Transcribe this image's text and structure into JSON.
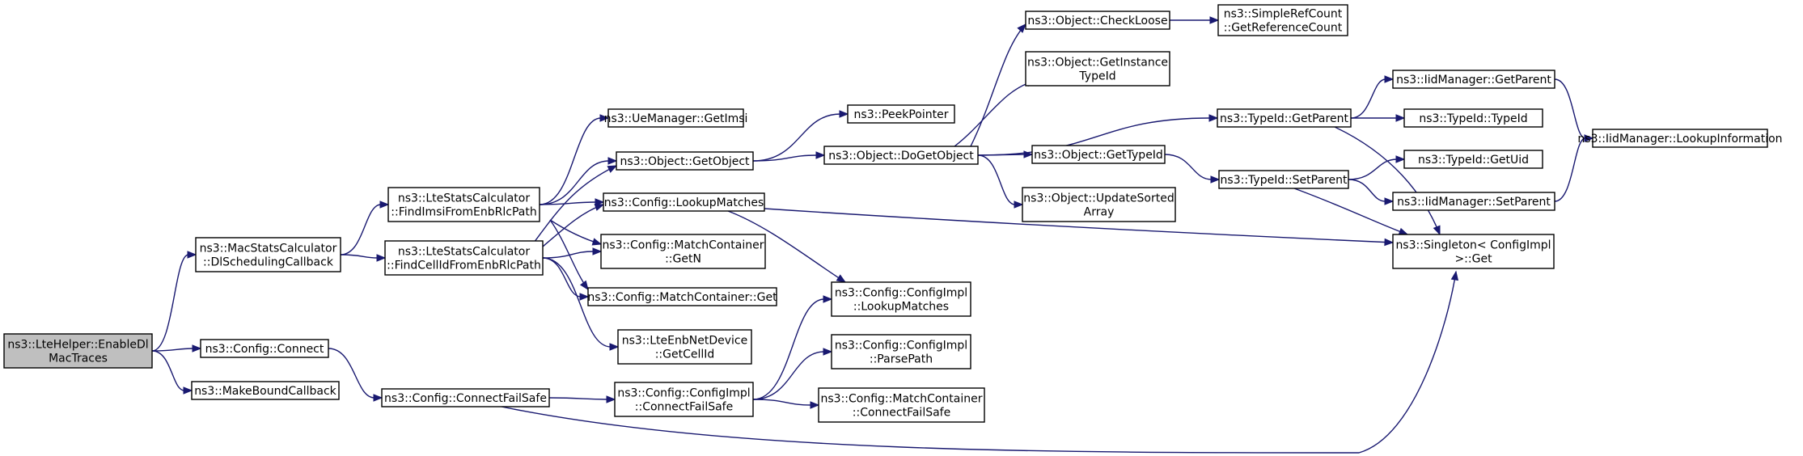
{
  "colors": {
    "edge": "#191970",
    "root_fill": "#bfbfbf",
    "node_fill": "#ffffff",
    "node_border": "#000000"
  },
  "nodes": [
    {
      "id": "n0",
      "lines": [
        "ns3::LteHelper::EnableDl",
        "MacTraces"
      ]
    },
    {
      "id": "n1",
      "lines": [
        "ns3::MacStatsCalculator",
        "::DlSchedulingCallback"
      ]
    },
    {
      "id": "n2",
      "lines": [
        "ns3::Config::Connect"
      ]
    },
    {
      "id": "n3",
      "lines": [
        "ns3::MakeBoundCallback"
      ]
    },
    {
      "id": "n4",
      "lines": [
        "ns3::LteStatsCalculator",
        "::FindImsiFromEnbRlcPath"
      ]
    },
    {
      "id": "n5",
      "lines": [
        "ns3::LteStatsCalculator",
        "::FindCellIdFromEnbRlcPath"
      ]
    },
    {
      "id": "n6",
      "lines": [
        "ns3::Config::ConnectFailSafe"
      ]
    },
    {
      "id": "n7",
      "lines": [
        "ns3::UeManager::GetImsi"
      ]
    },
    {
      "id": "n8",
      "lines": [
        "ns3::Object::GetObject"
      ]
    },
    {
      "id": "n9",
      "lines": [
        "ns3::Config::LookupMatches"
      ]
    },
    {
      "id": "n10",
      "lines": [
        "ns3::Config::MatchContainer",
        "::GetN"
      ]
    },
    {
      "id": "n11",
      "lines": [
        "ns3::Config::MatchContainer::Get"
      ]
    },
    {
      "id": "n12",
      "lines": [
        "ns3::LteEnbNetDevice",
        "::GetCellId"
      ]
    },
    {
      "id": "n13",
      "lines": [
        "ns3::Config::ConfigImpl",
        "::ConnectFailSafe"
      ]
    },
    {
      "id": "n14",
      "lines": [
        "ns3::PeekPointer"
      ]
    },
    {
      "id": "n15",
      "lines": [
        "ns3::Object::DoGetObject"
      ]
    },
    {
      "id": "n16",
      "lines": [
        "ns3::Config::ConfigImpl",
        "::LookupMatches"
      ]
    },
    {
      "id": "n17",
      "lines": [
        "ns3::Config::ConfigImpl",
        "::ParsePath"
      ]
    },
    {
      "id": "n18",
      "lines": [
        "ns3::Config::MatchContainer",
        "::ConnectFailSafe"
      ]
    },
    {
      "id": "n19",
      "lines": [
        "ns3::Object::CheckLoose"
      ]
    },
    {
      "id": "n20",
      "lines": [
        "ns3::Object::GetInstance",
        "TypeId"
      ]
    },
    {
      "id": "n21",
      "lines": [
        "ns3::Object::GetTypeId"
      ]
    },
    {
      "id": "n22",
      "lines": [
        "ns3::Object::UpdateSorted",
        "Array"
      ]
    },
    {
      "id": "n23",
      "lines": [
        "ns3::SimpleRefCount",
        "::GetReferenceCount"
      ]
    },
    {
      "id": "n24",
      "lines": [
        "ns3::TypeId::GetParent"
      ]
    },
    {
      "id": "n25",
      "lines": [
        "ns3::TypeId::SetParent"
      ]
    },
    {
      "id": "n26",
      "lines": [
        "ns3::IidManager::GetParent"
      ]
    },
    {
      "id": "n27",
      "lines": [
        "ns3::TypeId::TypeId"
      ]
    },
    {
      "id": "n28",
      "lines": [
        "ns3::TypeId::GetUid"
      ]
    },
    {
      "id": "n29",
      "lines": [
        "ns3::IidManager::SetParent"
      ]
    },
    {
      "id": "n30",
      "lines": [
        "ns3::Singleton< ConfigImpl",
        " >::Get"
      ]
    },
    {
      "id": "n31",
      "lines": [
        "ns3::IidManager::LookupInformation"
      ]
    }
  ],
  "edges": [
    [
      "n0",
      "n1"
    ],
    [
      "n0",
      "n2"
    ],
    [
      "n0",
      "n3"
    ],
    [
      "n1",
      "n4"
    ],
    [
      "n1",
      "n5"
    ],
    [
      "n2",
      "n6"
    ],
    [
      "n4",
      "n7"
    ],
    [
      "n4",
      "n8"
    ],
    [
      "n4",
      "n9"
    ],
    [
      "n4",
      "n10"
    ],
    [
      "n4",
      "n11"
    ],
    [
      "n5",
      "n8"
    ],
    [
      "n5",
      "n9"
    ],
    [
      "n5",
      "n10"
    ],
    [
      "n5",
      "n11"
    ],
    [
      "n5",
      "n12"
    ],
    [
      "n6",
      "n13"
    ],
    [
      "n6",
      "n30"
    ],
    [
      "n8",
      "n14"
    ],
    [
      "n8",
      "n15"
    ],
    [
      "n9",
      "n16"
    ],
    [
      "n9",
      "n30"
    ],
    [
      "n13",
      "n16"
    ],
    [
      "n13",
      "n17"
    ],
    [
      "n13",
      "n18"
    ],
    [
      "n15",
      "n19"
    ],
    [
      "n15",
      "n20"
    ],
    [
      "n15",
      "n21"
    ],
    [
      "n15",
      "n22"
    ],
    [
      "n15",
      "n24"
    ],
    [
      "n19",
      "n23"
    ],
    [
      "n21",
      "n25"
    ],
    [
      "n24",
      "n26"
    ],
    [
      "n24",
      "n27"
    ],
    [
      "n24",
      "n30"
    ],
    [
      "n25",
      "n28"
    ],
    [
      "n25",
      "n29"
    ],
    [
      "n25",
      "n30"
    ],
    [
      "n26",
      "n31"
    ],
    [
      "n29",
      "n31"
    ]
  ]
}
